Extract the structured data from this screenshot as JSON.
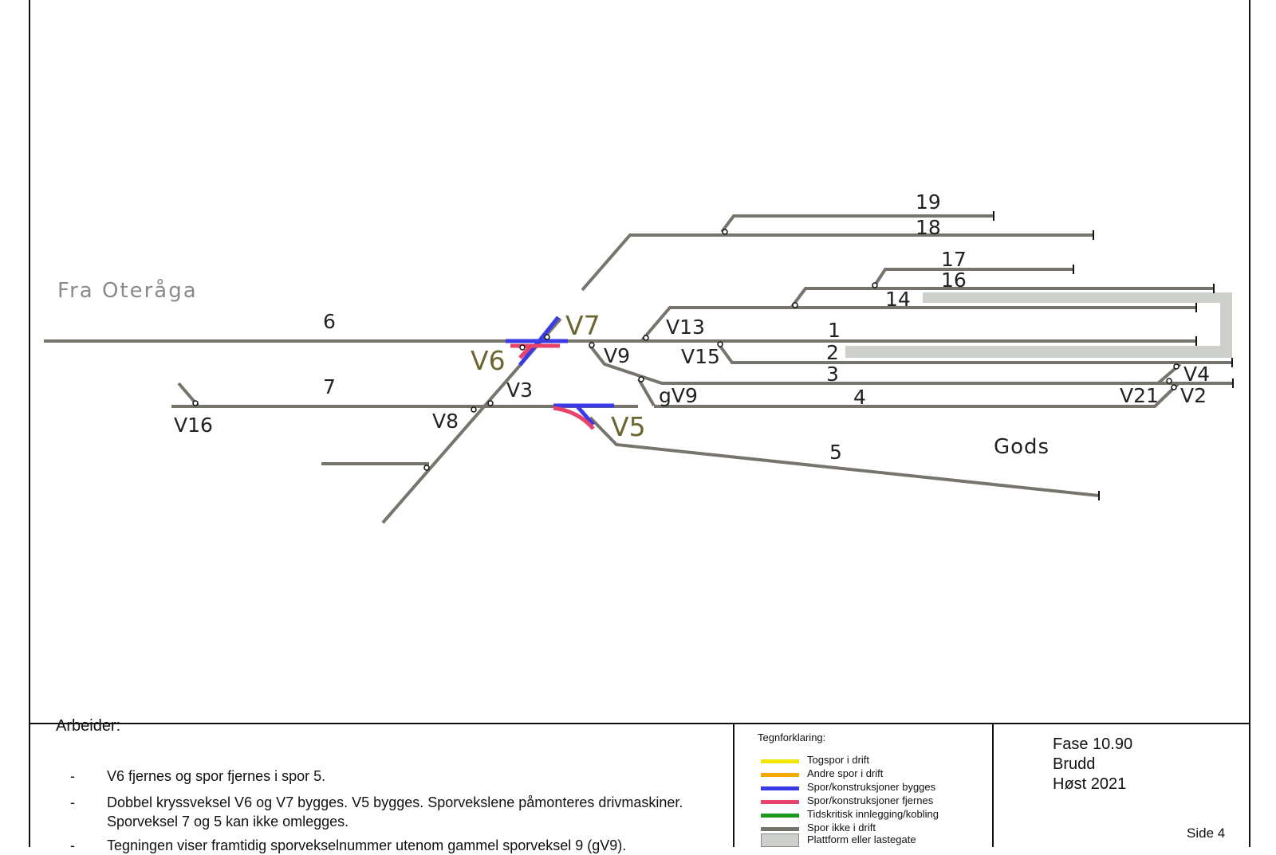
{
  "diagram": {
    "origin_label": "Fra Oteråga",
    "goods_label": "Gods",
    "track_numbers": [
      "19",
      "18",
      "17",
      "16",
      "14",
      "6",
      "1",
      "2",
      "3",
      "7",
      "4",
      "5"
    ],
    "switch_labels": {
      "v7": "V7",
      "v6": "V6",
      "v9": "V9",
      "v13": "V13",
      "v15": "V15",
      "v3": "V3",
      "gv9": "gV9",
      "v8": "V8",
      "v16": "V16",
      "v5": "V5",
      "v4": "V4",
      "v21": "V21",
      "v2": "V2"
    }
  },
  "works": {
    "heading": "Arbeider:",
    "items": [
      "V6 fjernes og spor fjernes i spor 5.",
      "Dobbel kryssveksel V6 og V7 bygges. V5 bygges. Sporvekslene påmonteres drivmaskiner. Sporveksel 7 og 5 kan ikke omlegges.",
      "Tegningen viser framtidig sporvekselnummer utenom gammel sporveksel 9 (gV9)."
    ]
  },
  "legend": {
    "title": "Tegnforklaring:",
    "items": [
      {
        "label": "Togspor i drift",
        "color": "#f2e600"
      },
      {
        "label": "Andre spor i drift",
        "color": "#f2a900"
      },
      {
        "label": "Spor/konstruksjoner bygges",
        "color": "#3a3ae6"
      },
      {
        "label": "Spor/konstruksjoner fjernes",
        "color": "#e8426a"
      },
      {
        "label": "Tidskritisk innlegging/kobling",
        "color": "#1c9a1c"
      },
      {
        "label": "Spor ikke i drift",
        "color": "#77746d"
      },
      {
        "label": "Plattform eller lastegate",
        "color": "#cdcfca"
      }
    ]
  },
  "phase": {
    "line1": "Fase 10.90",
    "line2": "Brudd",
    "line3": "Høst 2021"
  },
  "page": "Side 4"
}
